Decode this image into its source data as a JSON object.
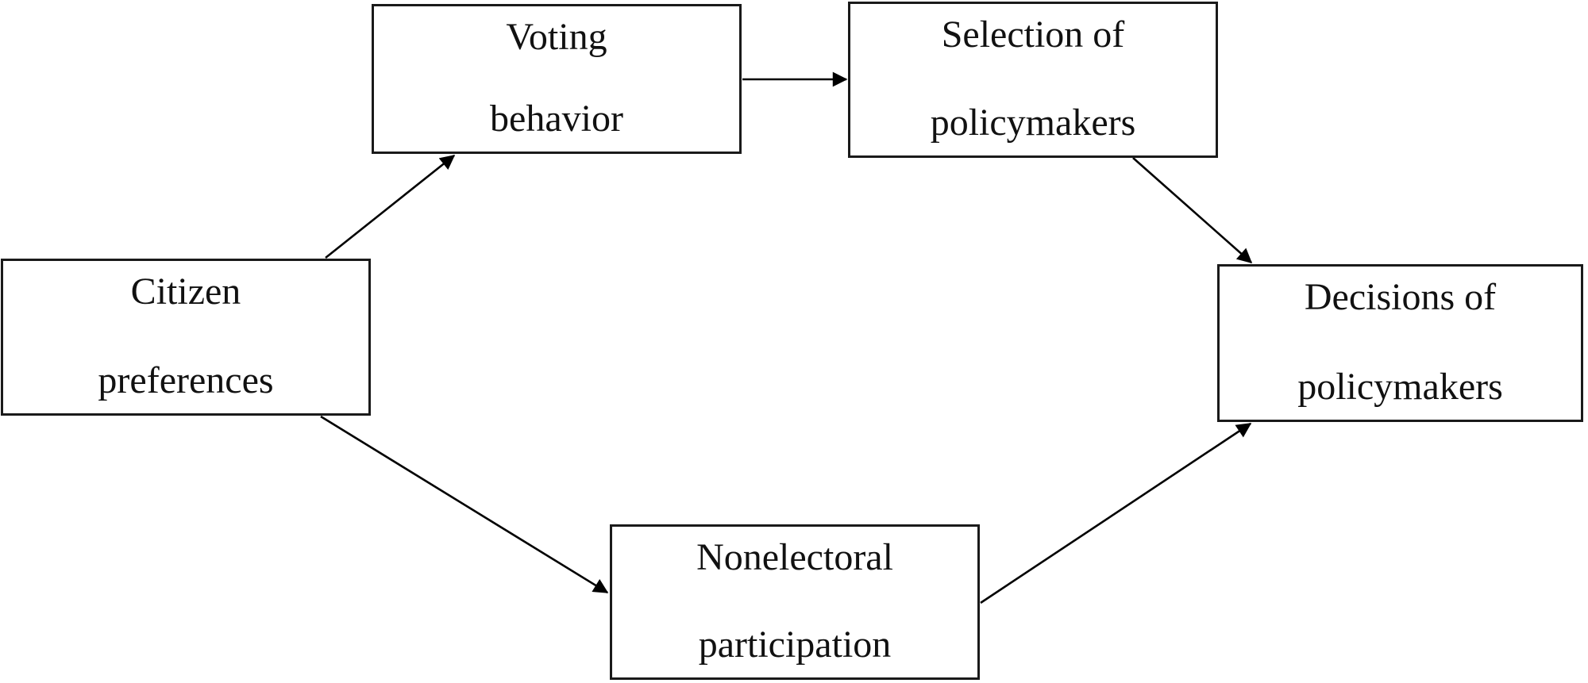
{
  "diagram": {
    "title": "Citizen preferences and policymaking flow diagram",
    "background_color": "#ffffff",
    "box_border_color": "#1a1a1a",
    "text_color": "#111111",
    "arrow_color": "#000000",
    "nodes": [
      {
        "id": "citizen-preferences",
        "line1": "Citizen",
        "line2": "preferences"
      },
      {
        "id": "voting-behavior",
        "line1": "Voting",
        "line2": "behavior"
      },
      {
        "id": "selection-of-policymakers",
        "line1": "Selection of",
        "line2": "policymakers"
      },
      {
        "id": "decisions-of-policymakers",
        "line1": "Decisions of",
        "line2": "policymakers"
      },
      {
        "id": "nonelectoral-participation",
        "line1": "Nonelectoral",
        "line2": "participation"
      }
    ],
    "edges": [
      {
        "from": "citizen-preferences",
        "to": "voting-behavior"
      },
      {
        "from": "voting-behavior",
        "to": "selection-of-policymakers"
      },
      {
        "from": "selection-of-policymakers",
        "to": "decisions-of-policymakers"
      },
      {
        "from": "citizen-preferences",
        "to": "nonelectoral-participation"
      },
      {
        "from": "nonelectoral-participation",
        "to": "decisions-of-policymakers"
      }
    ]
  }
}
